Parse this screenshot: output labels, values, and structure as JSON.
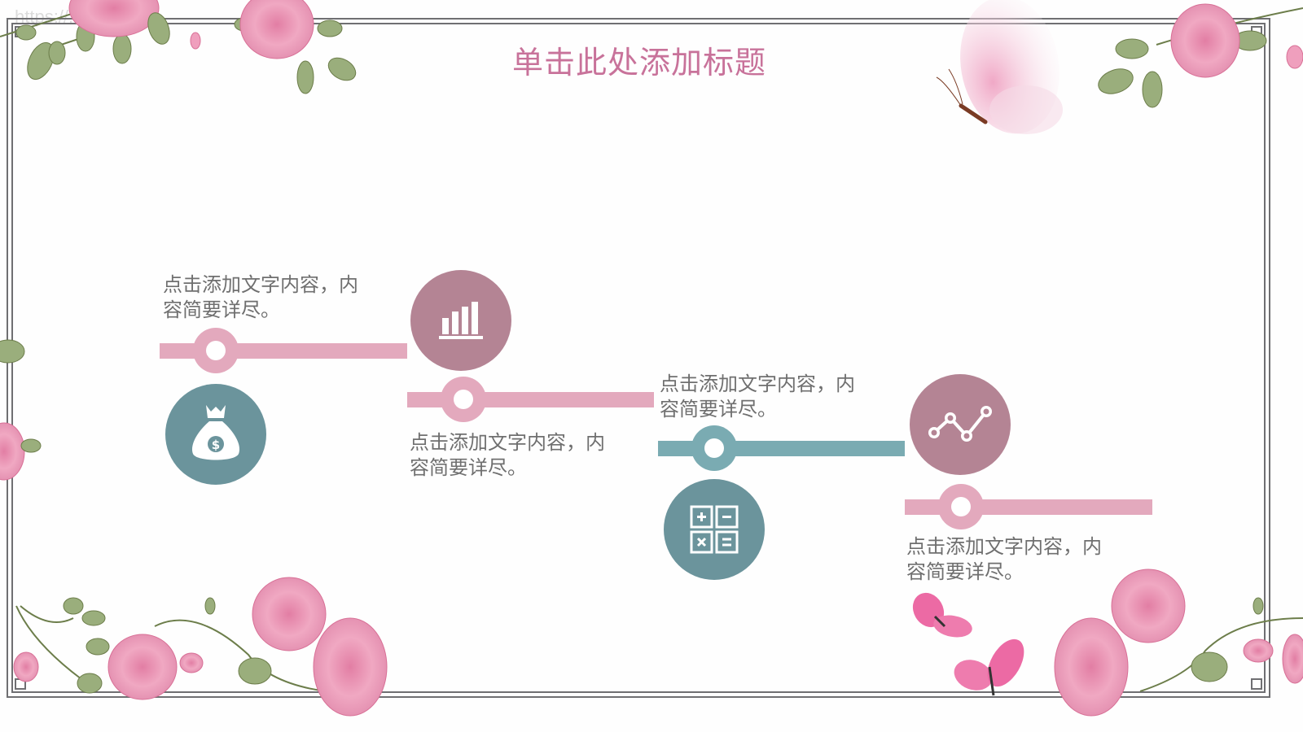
{
  "slide": {
    "title": "单击此处添加标题",
    "watermark": "https://...",
    "colors": {
      "title": "#c8729a",
      "pink_bar": "#e3a9bd",
      "teal_bar": "#7aabb2",
      "teal_circle": "#6b949c",
      "mauve_circle": "#b48494",
      "body_text": "#6f6f6f",
      "frame": "#6f6f72"
    }
  },
  "timeline": [
    {
      "id": 1,
      "icon": "money-bag-icon",
      "text_line1": "点击添加文字内容，内",
      "text_line2": "容简要详尽。",
      "bar_color": "#e3a9bd",
      "circle_color": "#6b949c"
    },
    {
      "id": 2,
      "icon": "bar-chart-icon",
      "text_line1": "点击添加文字内容，内",
      "text_line2": "容简要详尽。",
      "bar_color": "#e3a9bd",
      "circle_color": "#b48494"
    },
    {
      "id": 3,
      "icon": "calculator-icon",
      "text_line1": "点击添加文字内容，内",
      "text_line2": "容简要详尽。",
      "bar_color": "#7aabb2",
      "circle_color": "#6b949c"
    },
    {
      "id": 4,
      "icon": "line-chart-icon",
      "text_line1": "点击添加文字内容，内",
      "text_line2": "容简要详尽。",
      "bar_color": "#e3a9bd",
      "circle_color": "#b48494"
    }
  ],
  "decorations": [
    "rose-vine-top-left",
    "rose-vine-top-right",
    "butterfly-top",
    "rose-vine-bottom-left",
    "rose-vine-bottom-right",
    "butterflies-bottom",
    "rose-left-edge"
  ]
}
